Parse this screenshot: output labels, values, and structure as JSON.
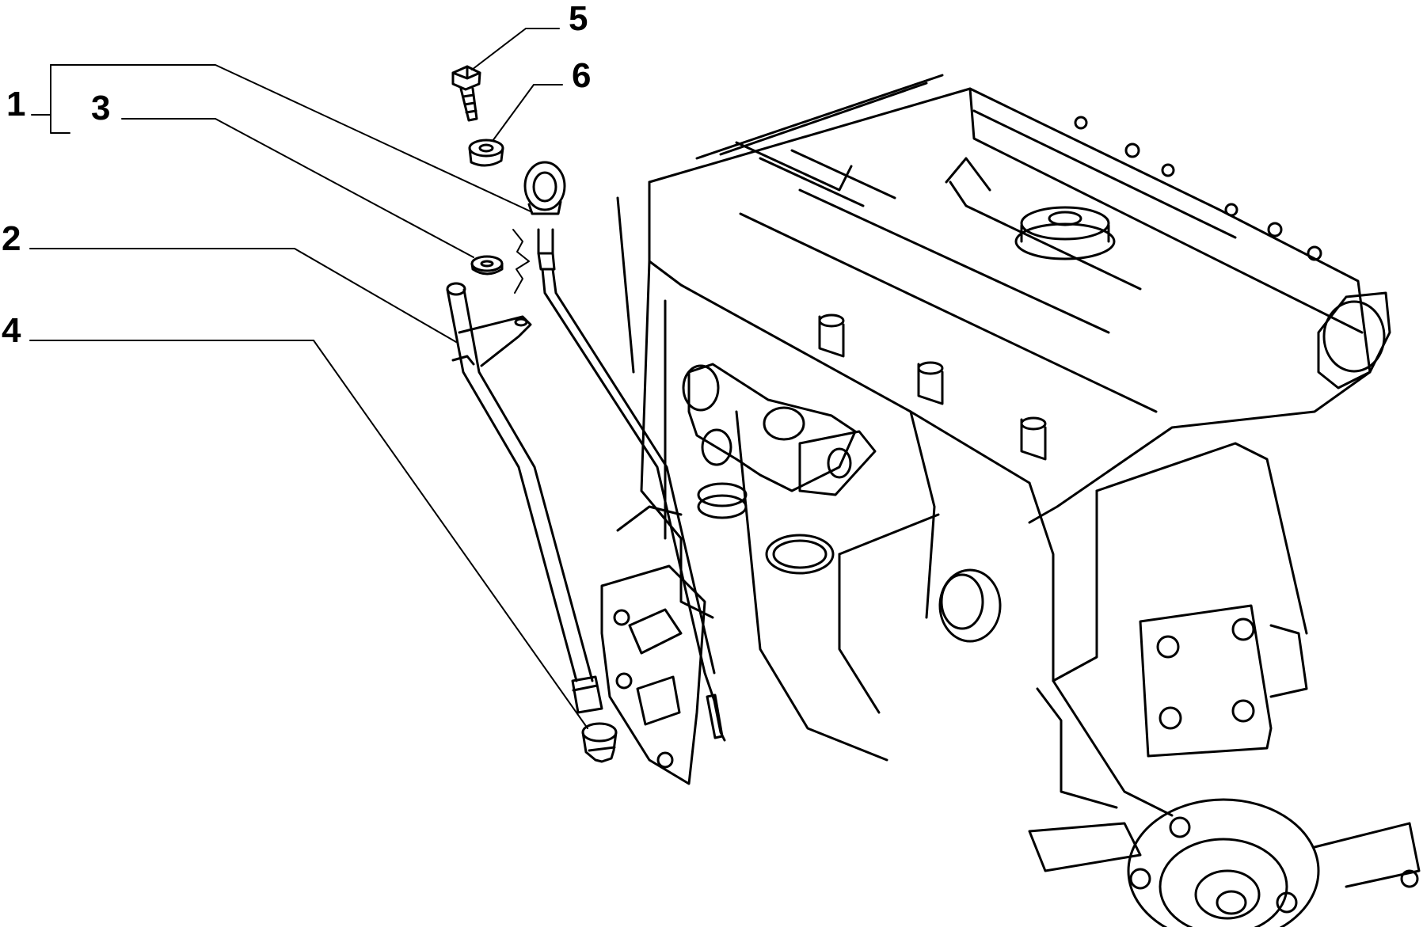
{
  "diagram": {
    "style": "exploded parts line drawing, black ink on white",
    "callouts": [
      {
        "id": "c1",
        "label": "1"
      },
      {
        "id": "c2",
        "label": "2"
      },
      {
        "id": "c3",
        "label": "3"
      },
      {
        "id": "c4",
        "label": "4"
      },
      {
        "id": "c5",
        "label": "5"
      },
      {
        "id": "c6",
        "label": "6"
      }
    ]
  }
}
